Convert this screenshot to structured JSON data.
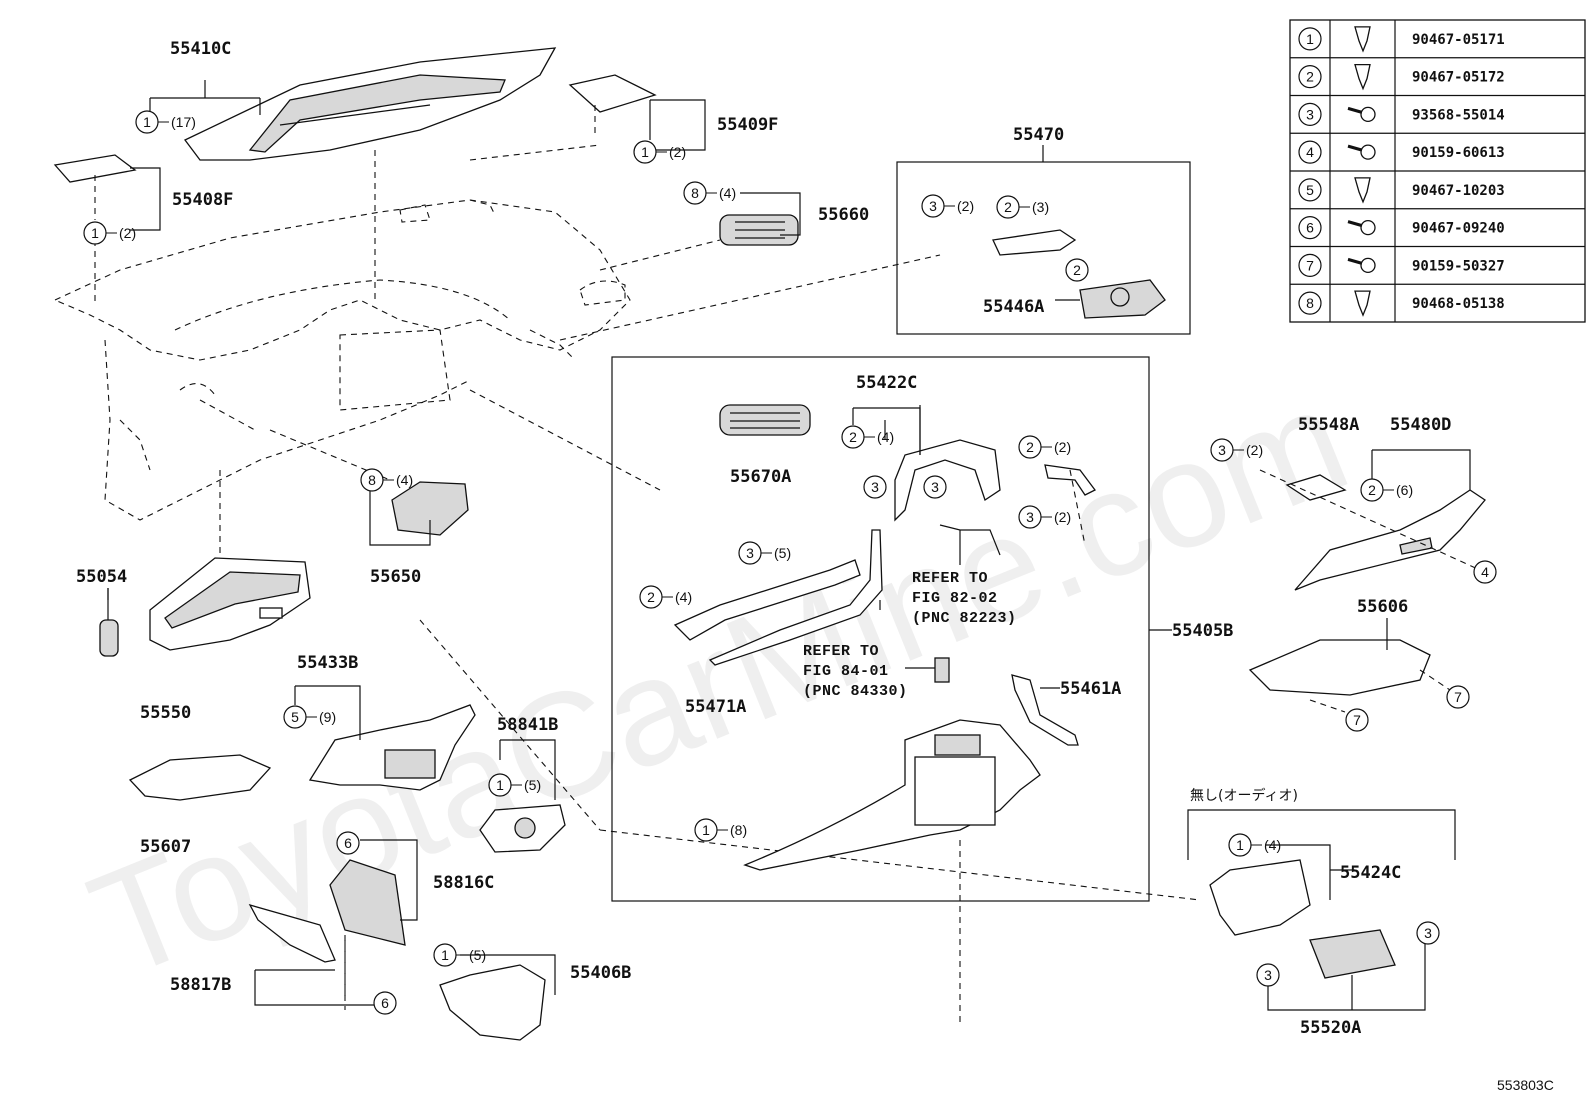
{
  "watermark": "ToyotaCarMine.com",
  "drawing_id": "553803C",
  "fastener_table": [
    {
      "num": "1",
      "part": "90467-05171",
      "icon": "clip-icon"
    },
    {
      "num": "2",
      "part": "90467-05172",
      "icon": "clip-icon"
    },
    {
      "num": "3",
      "part": "93568-55014",
      "icon": "screw-icon"
    },
    {
      "num": "4",
      "part": "90159-60613",
      "icon": "bolt-icon"
    },
    {
      "num": "5",
      "part": "90467-10203",
      "icon": "clip-icon"
    },
    {
      "num": "6",
      "part": "90467-09240",
      "icon": "screw-icon"
    },
    {
      "num": "7",
      "part": "90159-50327",
      "icon": "bolt-icon"
    },
    {
      "num": "8",
      "part": "90468-05138",
      "icon": "clip-icon"
    }
  ],
  "labels": {
    "p55410C": "55410C",
    "p55409F": "55409F",
    "p55408F": "55408F",
    "p55660": "55660",
    "p55470": "55470",
    "p55446A": "55446A",
    "p55422C": "55422C",
    "p55670A": "55670A",
    "p55548A": "55548A",
    "p55480D": "55480D",
    "p55054": "55054",
    "p55650": "55650",
    "p55550": "55550",
    "p55433B": "55433B",
    "p58841B": "58841B",
    "p55471A": "55471A",
    "p55606": "55606",
    "p55405B": "55405B",
    "p55461A": "55461A",
    "p55607": "55607",
    "p58816C": "58816C",
    "p58817B": "58817B",
    "p55406B": "55406B",
    "p55424C": "55424C",
    "p55520A": "55520A"
  },
  "refs": {
    "ref1_l1": "REFER TO",
    "ref1_l2": "FIG 82-02",
    "ref1_l3": "(PNC 82223)",
    "ref2_l1": "REFER TO",
    "ref2_l2": "FIG 84-01",
    "ref2_l3": "(PNC 84330)"
  },
  "note_jp": "無し(オーディオ)",
  "callouts": {
    "c1": {
      "n": "1",
      "q": "(17)"
    },
    "c2": {
      "n": "1",
      "q": "(2)"
    },
    "c3": {
      "n": "1",
      "q": "(2)"
    },
    "c4": {
      "n": "8",
      "q": "(4)"
    },
    "c5": {
      "n": "3",
      "q": "(2)"
    },
    "c6": {
      "n": "2",
      "q": "(3)"
    },
    "c7": {
      "n": "2",
      "q": ""
    },
    "c8": {
      "n": "2",
      "q": "(4)"
    },
    "c9": {
      "n": "2",
      "q": "(2)"
    },
    "c10": {
      "n": "3",
      "q": ""
    },
    "c11": {
      "n": "3",
      "q": ""
    },
    "c12": {
      "n": "3",
      "q": "(2)"
    },
    "c13": {
      "n": "3",
      "q": "(2)"
    },
    "c14": {
      "n": "2",
      "q": "(6)"
    },
    "c15": {
      "n": "4",
      "q": ""
    },
    "c16": {
      "n": "8",
      "q": "(4)"
    },
    "c17": {
      "n": "3",
      "q": "(5)"
    },
    "c18": {
      "n": "2",
      "q": "(4)"
    },
    "c19": {
      "n": "5",
      "q": "(9)"
    },
    "c20": {
      "n": "1",
      "q": "(5)"
    },
    "c21": {
      "n": "7",
      "q": ""
    },
    "c22": {
      "n": "7",
      "q": ""
    },
    "c23": {
      "n": "1",
      "q": "(8)"
    },
    "c24": {
      "n": "6",
      "q": ""
    },
    "c25": {
      "n": "1",
      "q": "(5)"
    },
    "c26": {
      "n": "6",
      "q": ""
    },
    "c27": {
      "n": "1",
      "q": "(4)"
    },
    "c28": {
      "n": "3",
      "q": ""
    },
    "c29": {
      "n": "3",
      "q": ""
    }
  }
}
